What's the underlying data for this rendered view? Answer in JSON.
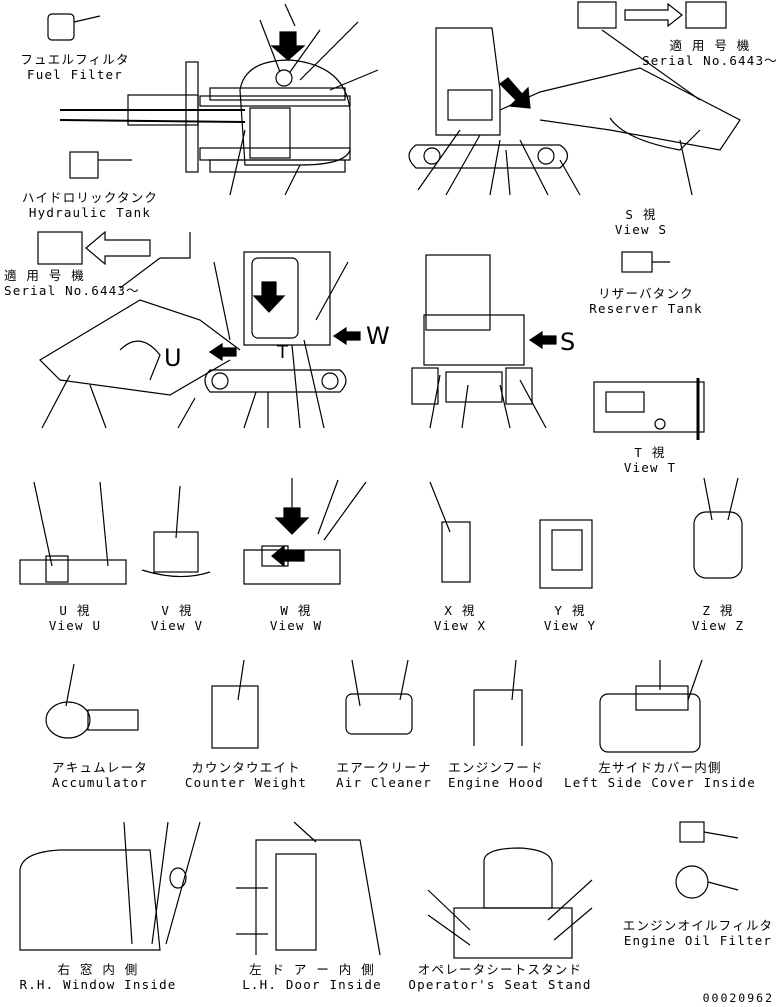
{
  "labels": {
    "fuel_filter": {
      "jp": "フュエルフィルタ",
      "en": "Fuel Filter"
    },
    "hydraulic_tank": {
      "jp": "ハイドロリックタンク",
      "en": "Hydraulic Tank"
    },
    "applicable_top": {
      "jp": "適 用 号 機",
      "en": "Serial No.6443～"
    },
    "applicable_left": {
      "jp": "適 用 号 機",
      "en": "Serial No.6443～"
    },
    "view_s": {
      "jp": "S 視",
      "en": "View S"
    },
    "reserve_tank": {
      "jp": "リザーバタンク",
      "en": "Reserver Tank"
    },
    "view_t": {
      "jp": "T 視",
      "en": "View T"
    },
    "view_u": {
      "jp": "U 視",
      "en": "View U"
    },
    "view_v": {
      "jp": "V 視",
      "en": "View V"
    },
    "view_w": {
      "jp": "W 視",
      "en": "View W"
    },
    "view_x": {
      "jp": "X 視",
      "en": "View X"
    },
    "view_y": {
      "jp": "Y 視",
      "en": "View Y"
    },
    "view_z": {
      "jp": "Z 視",
      "en": "View Z"
    },
    "accumulator": {
      "jp": "アキュムレータ",
      "en": "Accumulator"
    },
    "counter_weight": {
      "jp": "カウンタウエイト",
      "en": "Counter Weight"
    },
    "air_cleaner": {
      "jp": "エアークリーナ",
      "en": "Air Cleaner"
    },
    "engine_hood": {
      "jp": "エンジンフード",
      "en": "Engine Hood"
    },
    "left_side_cover": {
      "jp": "左サイドカバー内側",
      "en": "Left Side Cover Inside"
    },
    "engine_oil_filter": {
      "jp": "エンジンオイルフィルタ",
      "en": "Engine Oil Filter"
    },
    "rh_window": {
      "jp": "右 窓 内 側",
      "en": "R.H. Window Inside"
    },
    "lh_door": {
      "jp": "左 ド ア ー 内 側",
      "en": "L.H. Door Inside"
    },
    "seat_stand": {
      "jp": "オペレータシートスタンド",
      "en": "Operator's Seat Stand"
    }
  },
  "view_markers": {
    "w": "W",
    "s": "S",
    "u": "U",
    "t": "T"
  },
  "drawing_code": "00020962"
}
